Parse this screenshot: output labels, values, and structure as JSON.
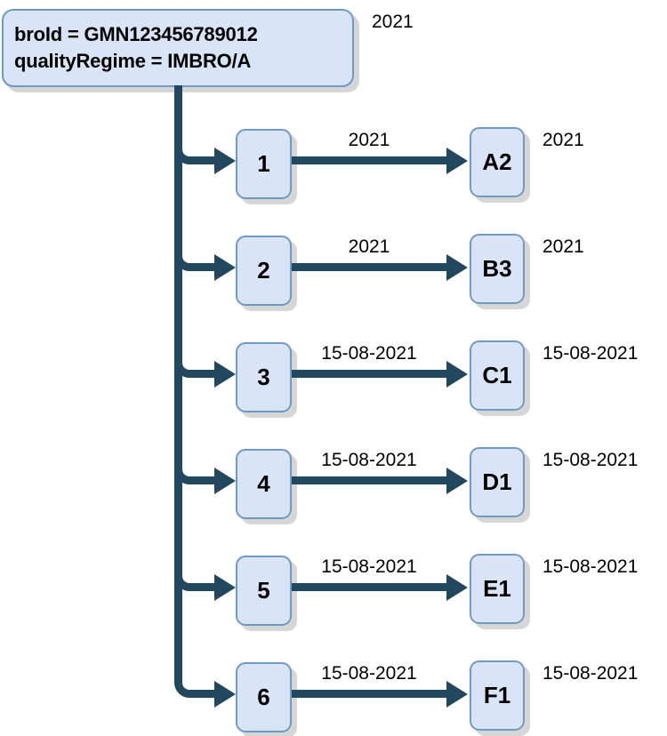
{
  "diagram": {
    "title": "GMN registration object tree",
    "colors": {
      "node_fill": "#d9e5f7",
      "node_border": "#6f9ac8",
      "connector": "#22485f",
      "text": "#000000",
      "background": "#ffffff",
      "shadow": "rgba(0,0,0,0.16)"
    },
    "root": {
      "line1": "broId = GMN123456789012",
      "line2": "qualityRegime = IMBRO/A",
      "trailing_label": "2021"
    },
    "rows": [
      {
        "index_label": "1",
        "arrow_label": "2021",
        "target_label": "A2",
        "trailing_label": "2021"
      },
      {
        "index_label": "2",
        "arrow_label": "2021",
        "target_label": "B3",
        "trailing_label": "2021"
      },
      {
        "index_label": "3",
        "arrow_label": "15-08-2021",
        "target_label": "C1",
        "trailing_label": "15-08-2021"
      },
      {
        "index_label": "4",
        "arrow_label": "15-08-2021",
        "target_label": "D1",
        "trailing_label": "15-08-2021"
      },
      {
        "index_label": "5",
        "arrow_label": "15-08-2021",
        "target_label": "E1",
        "trailing_label": "15-08-2021"
      },
      {
        "index_label": "6",
        "arrow_label": "15-08-2021",
        "target_label": "F1",
        "trailing_label": "15-08-2021"
      }
    ]
  }
}
